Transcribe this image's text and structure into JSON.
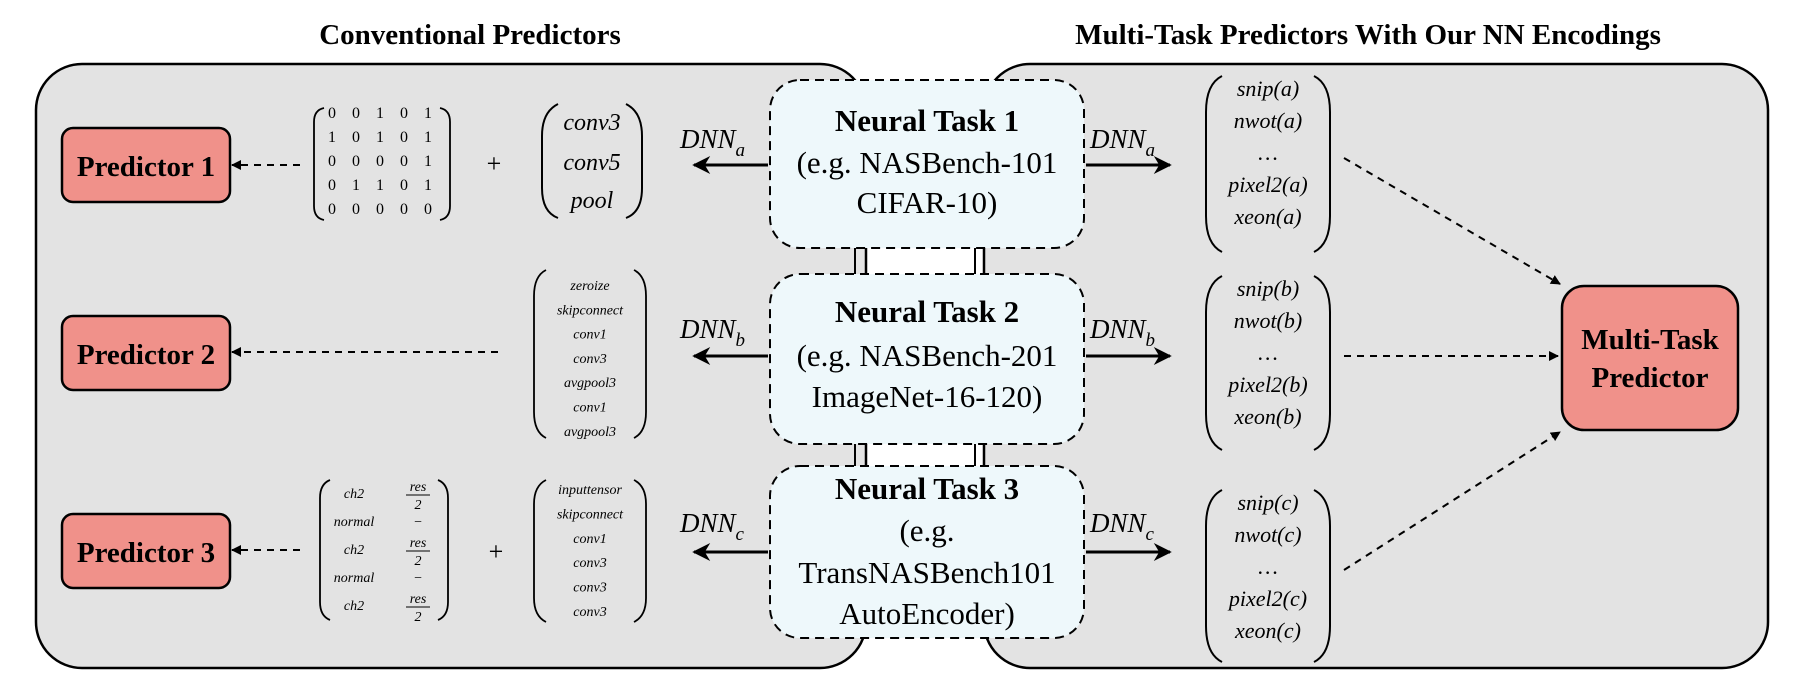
{
  "titles": {
    "left": "Conventional Predictors",
    "right": "Multi-Task Predictors With Our NN Encodings"
  },
  "predictors": [
    {
      "label": "Predictor 1"
    },
    {
      "label": "Predictor 2"
    },
    {
      "label": "Predictor 3"
    }
  ],
  "tasks": [
    {
      "title": "Neural Task 1",
      "lines": [
        "(e.g. NASBench-101",
        "CIFAR-10)"
      ]
    },
    {
      "title": "Neural Task 2",
      "lines": [
        "(e.g. NASBench-201",
        "ImageNet-16-120)"
      ]
    },
    {
      "title": "Neural Task 3",
      "lines": [
        "(e.g.",
        "TransNASBench101",
        "AutoEncoder)"
      ]
    }
  ],
  "dnn": {
    "base": "DNN",
    "subs": [
      "a",
      "b",
      "c"
    ]
  },
  "plus": "+",
  "adjacency": [
    [
      "0",
      "0",
      "1",
      "0",
      "1"
    ],
    [
      "1",
      "0",
      "1",
      "0",
      "1"
    ],
    [
      "0",
      "0",
      "0",
      "0",
      "1"
    ],
    [
      "0",
      "1",
      "1",
      "0",
      "1"
    ],
    [
      "0",
      "0",
      "0",
      "0",
      "0"
    ]
  ],
  "ops1": [
    "conv3",
    "conv5",
    "pool"
  ],
  "ops2": [
    "zeroize",
    "skipconnect",
    "conv1",
    "conv3",
    "avgpool3",
    "conv1",
    "avgpool3"
  ],
  "ops3": [
    "inputtensor",
    "skipconnect",
    "conv1",
    "conv3",
    "conv3",
    "conv3"
  ],
  "macro": {
    "rows": [
      {
        "name": "ch2",
        "frac": true
      },
      {
        "name": "normal",
        "frac": false
      },
      {
        "name": "ch2",
        "frac": true
      },
      {
        "name": "normal",
        "frac": false
      },
      {
        "name": "ch2",
        "frac": true
      }
    ],
    "num": "res",
    "den": "2",
    "dash": "−"
  },
  "encodings": [
    {
      "items": [
        "snip(a)",
        "nwot(a)",
        "…",
        "pixel2(a)",
        "xeon(a)"
      ]
    },
    {
      "items": [
        "snip(b)",
        "nwot(b)",
        "…",
        "pixel2(b)",
        "xeon(b)"
      ]
    },
    {
      "items": [
        "snip(c)",
        "nwot(c)",
        "…",
        "pixel2(c)",
        "xeon(c)"
      ]
    }
  ],
  "multitask": {
    "lines": [
      "Multi-Task",
      "Predictor"
    ]
  },
  "colors": {
    "panel": "#e3e3e3",
    "predictor": "#f0918a",
    "task": "#eef8fb",
    "stroke": "#000000"
  }
}
